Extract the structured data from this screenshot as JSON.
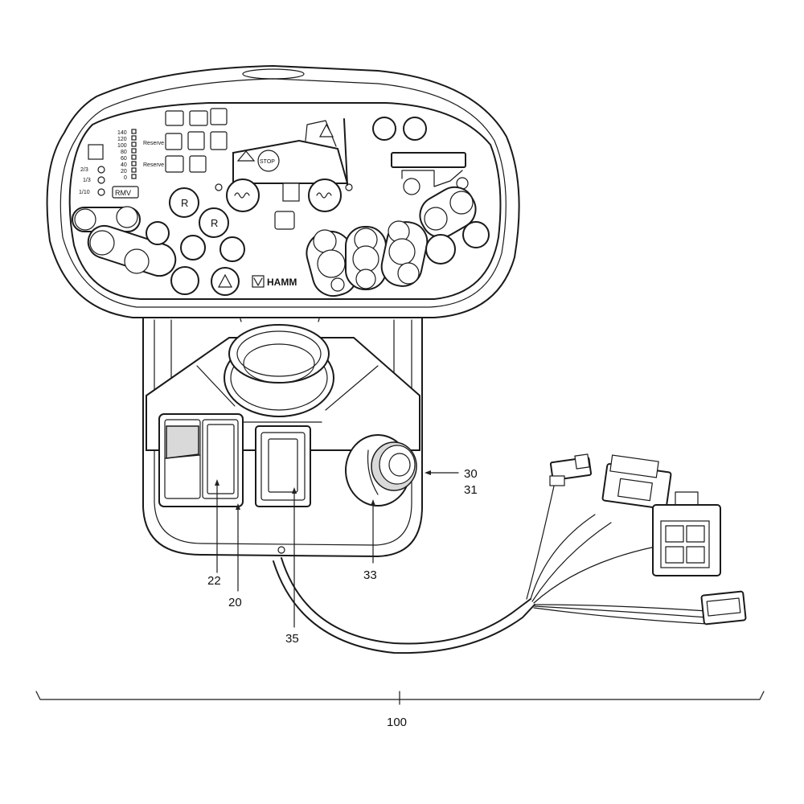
{
  "panel": {
    "brand": "HAMM",
    "stop_label": "STOP",
    "rmv_label": "RMV",
    "reserve_label_1": "Reserve",
    "reserve_label_2": "Reserve",
    "r_button_1": "R",
    "r_button_2": "R",
    "fuel_fractions": [
      "2/3",
      "1/3",
      "1/10"
    ],
    "speed_values": [
      "140",
      "120",
      "100",
      "80",
      "60",
      "40",
      "20",
      "0"
    ]
  },
  "callouts": {
    "c22": "22",
    "c20": "20",
    "c35": "35",
    "c33": "33",
    "c30": "30",
    "c31": "31",
    "c100": "100"
  }
}
